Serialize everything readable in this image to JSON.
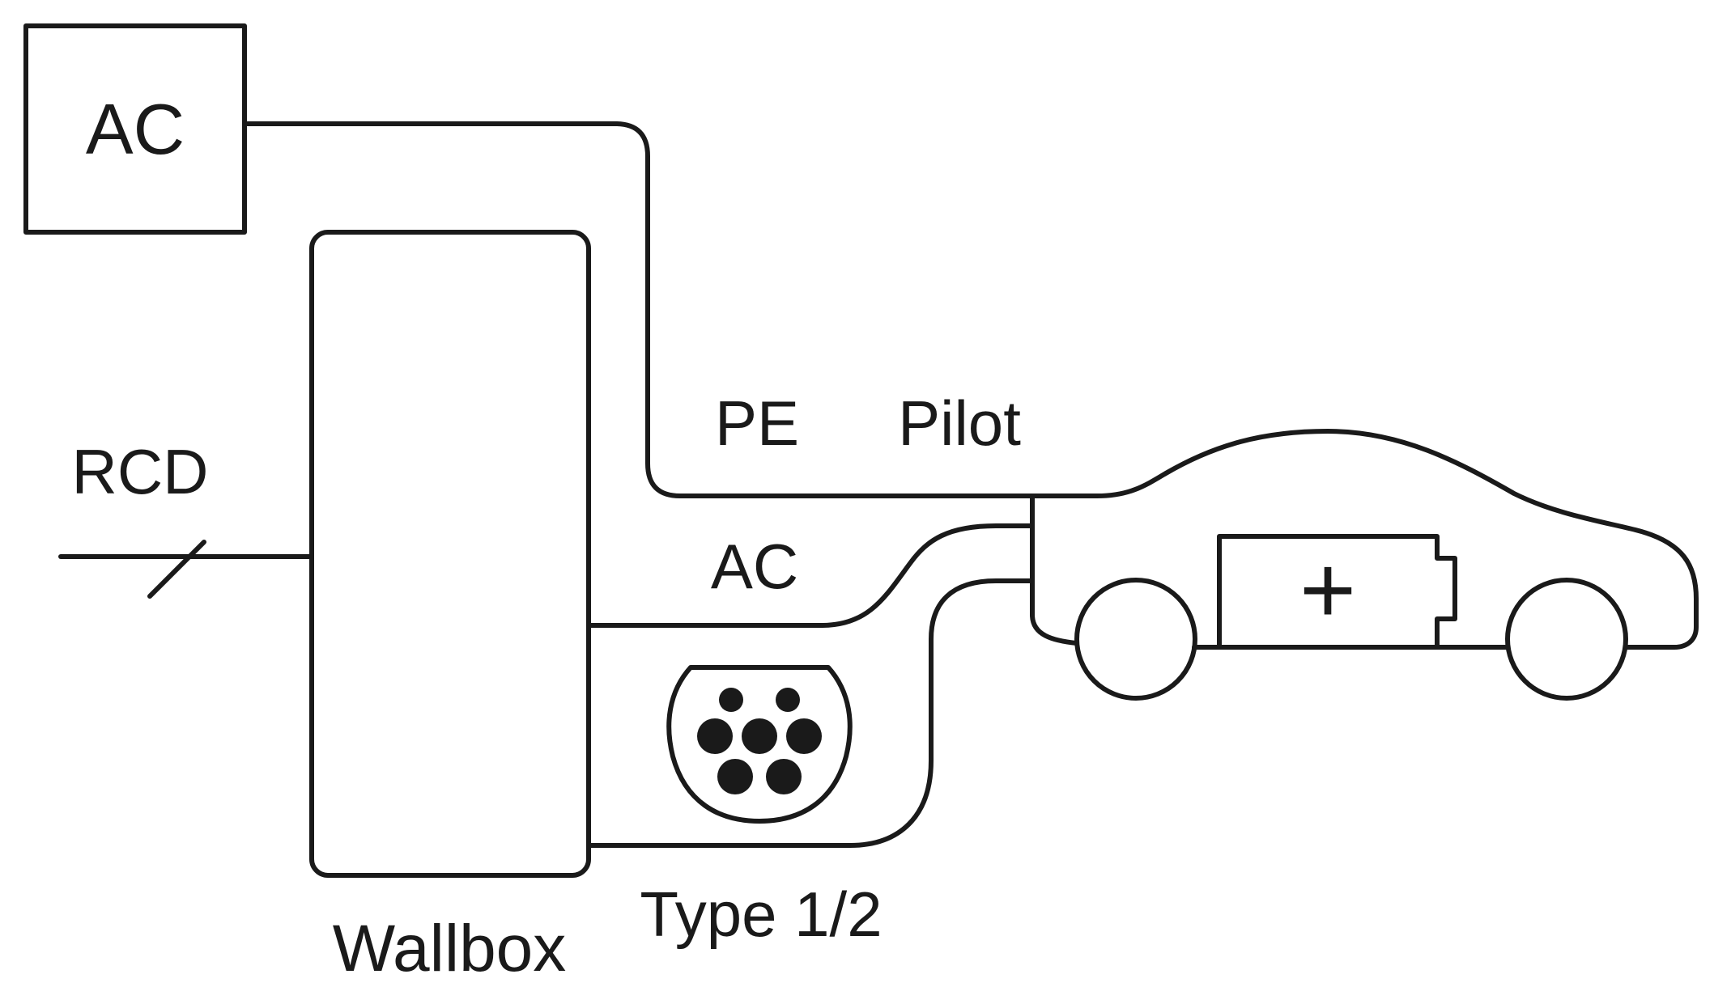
{
  "labels": {
    "ac_source": "AC",
    "rcd": "RCD",
    "pe": "PE",
    "pilot": "Pilot",
    "ac_line": "AC",
    "connector_type": "Type 1/2",
    "wallbox": "Wallbox",
    "battery_symbol": "+"
  },
  "colors": {
    "line": "#1a1a1a",
    "background": "#ffffff"
  }
}
